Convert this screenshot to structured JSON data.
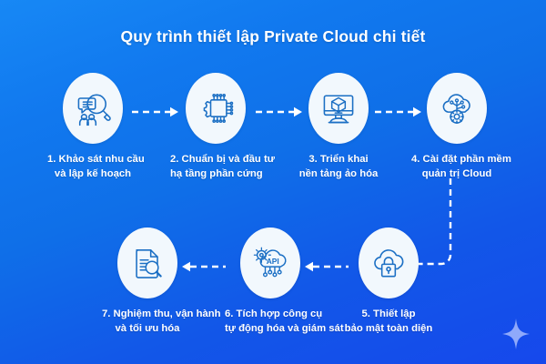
{
  "title": "Quy trình thiết lập Private Cloud chi tiết",
  "theme": {
    "background_top": "#1788f5",
    "background_bottom": "#1648ec",
    "bubble_fill": "#f2f8fd",
    "icon_stroke": "#1b6fc4",
    "text_color": "#ffffff",
    "sparkle_color": "#8fa9fb",
    "connector_color": "#ffffff"
  },
  "steps": [
    {
      "number": "1.",
      "line1": "1. Khảo sát nhu cầu",
      "line2": "và lập kế hoạch",
      "icon": "magnifier-survey-icon"
    },
    {
      "number": "2.",
      "line1": "2. Chuẩn bị và đầu tư",
      "line2": "hạ tầng phần cứng",
      "icon": "cpu-chip-gear-icon"
    },
    {
      "number": "3.",
      "line1": "3. Triển khai",
      "line2": "nền tảng ảo hóa",
      "icon": "monitor-cube-icon"
    },
    {
      "number": "4.",
      "line1": "4. Cài đặt phần mềm",
      "line2": "quản trị Cloud",
      "icon": "cloud-circuit-gear-icon"
    },
    {
      "number": "5.",
      "line1": "5. Thiết lập",
      "line2": "bảo mật toàn diện",
      "icon": "cloud-lock-icon"
    },
    {
      "number": "6.",
      "line1": "6. Tích hợp công cụ",
      "line2": "tự động hóa và giám sát",
      "icon": "cloud-api-nodes-icon"
    },
    {
      "number": "7.",
      "line1": "7. Nghiệm thu, vận hành",
      "line2": "và tối ưu hóa",
      "icon": "document-magnifier-icon"
    }
  ],
  "icon_labels": {
    "api": "API"
  },
  "connectors": [
    {
      "name": "arrow-step1-to-step2",
      "direction": "right"
    },
    {
      "name": "arrow-step2-to-step3",
      "direction": "right"
    },
    {
      "name": "arrow-step3-to-step4",
      "direction": "right"
    },
    {
      "name": "arrow-step4-to-step5",
      "direction": "elbow-down-left"
    },
    {
      "name": "arrow-step5-to-step6",
      "direction": "left"
    },
    {
      "name": "arrow-step6-to-step7",
      "direction": "left"
    }
  ],
  "decoration": {
    "sparkle": "sparkle-icon"
  }
}
